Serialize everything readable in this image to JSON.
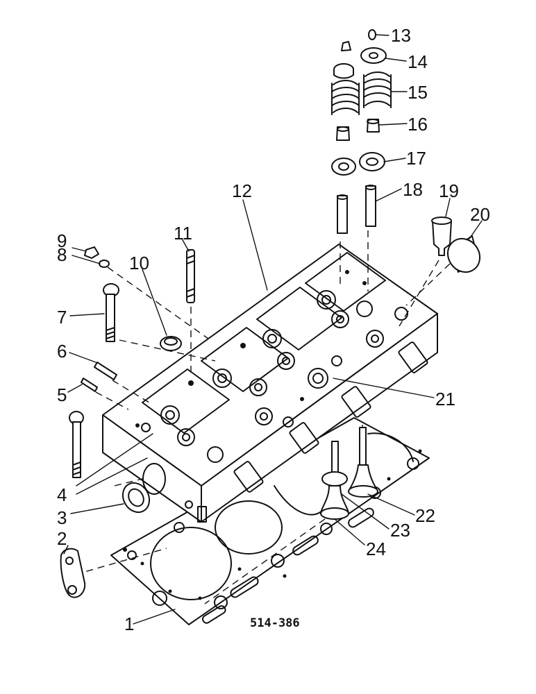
{
  "figure": {
    "code": "514-386",
    "callouts": [
      "1",
      "2",
      "3",
      "4",
      "5",
      "6",
      "7",
      "8",
      "9",
      "10",
      "11",
      "12",
      "13",
      "14",
      "15",
      "16",
      "17",
      "18",
      "19",
      "20",
      "21",
      "22",
      "23",
      "24"
    ]
  }
}
